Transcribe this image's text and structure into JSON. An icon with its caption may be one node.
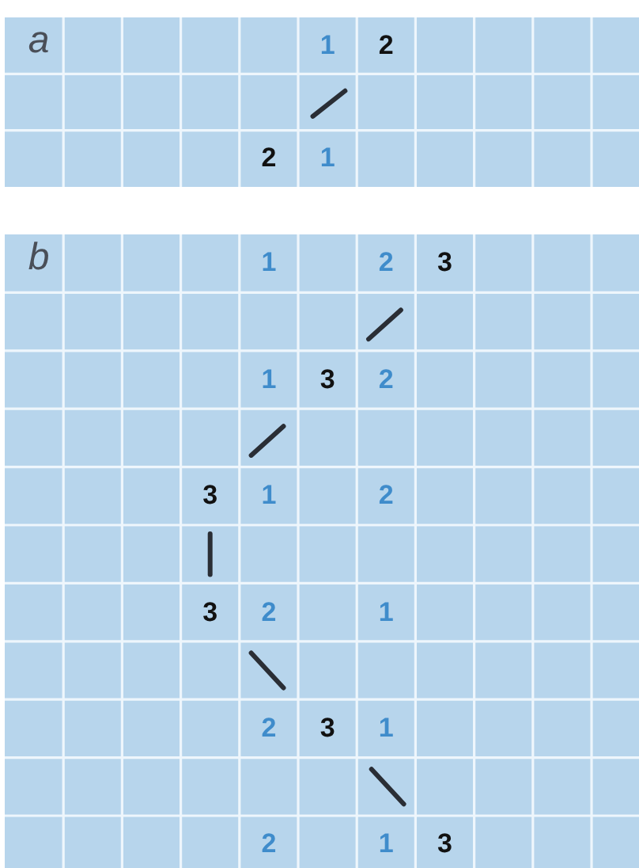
{
  "diagram": {
    "labels": [
      "a",
      "1",
      "2",
      "2",
      "1",
      "b",
      "1",
      "2",
      "3",
      "1",
      "3",
      "2",
      "3",
      "1",
      "2",
      "3",
      "2",
      "1",
      "2",
      "3",
      "1",
      "2",
      "1",
      "3"
    ]
  }
}
